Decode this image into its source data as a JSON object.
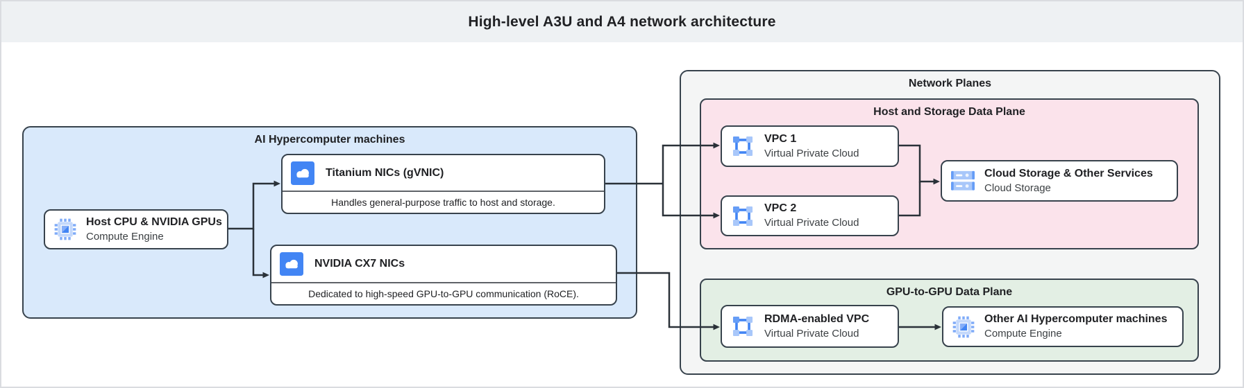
{
  "title": "High-level A3U and A4 network architecture",
  "colors": {
    "google_blue": "#4285f4",
    "light_blue": "#a8c7fa",
    "panel_blue": "#d9e9fb",
    "panel_pink": "#fbe3eb",
    "panel_green": "#e3efe4",
    "panel_gray": "#f4f5f5",
    "border_dark": "#37424c",
    "titlebar_bg": "#eef1f3"
  },
  "ai_machines": {
    "label": "AI Hypercomputer machines",
    "host": {
      "title": "Host CPU & NVIDIA GPUs",
      "subtitle": "Compute Engine",
      "icon": "compute-engine-chip-icon"
    },
    "titanium": {
      "title": "Titanium NICs (gVNIC)",
      "description": "Handles general-purpose traffic to host and storage.",
      "icon": "cloud-nic-icon"
    },
    "cx7": {
      "title": "NVIDIA CX7 NICs",
      "description": "Dedicated to high-speed GPU-to-GPU communication (RoCE).",
      "icon": "cloud-nic-icon"
    }
  },
  "network_planes": {
    "label": "Network Planes",
    "host_storage_plane": {
      "label": "Host and Storage Data Plane",
      "vpc1": {
        "title": "VPC 1",
        "subtitle": "Virtual Private Cloud",
        "icon": "vpc-icon"
      },
      "vpc2": {
        "title": "VPC 2",
        "subtitle": "Virtual Private Cloud",
        "icon": "vpc-icon"
      },
      "storage": {
        "title": "Cloud Storage & Other Services",
        "subtitle": "Cloud Storage",
        "icon": "cloud-storage-icon"
      }
    },
    "gpu_plane": {
      "label": "GPU-to-GPU Data Plane",
      "rdma": {
        "title": "RDMA-enabled VPC",
        "subtitle": "Virtual Private Cloud",
        "icon": "vpc-icon"
      },
      "other": {
        "title": "Other AI Hypercomputer machines",
        "subtitle": "Compute Engine",
        "icon": "compute-engine-chip-icon"
      }
    }
  }
}
